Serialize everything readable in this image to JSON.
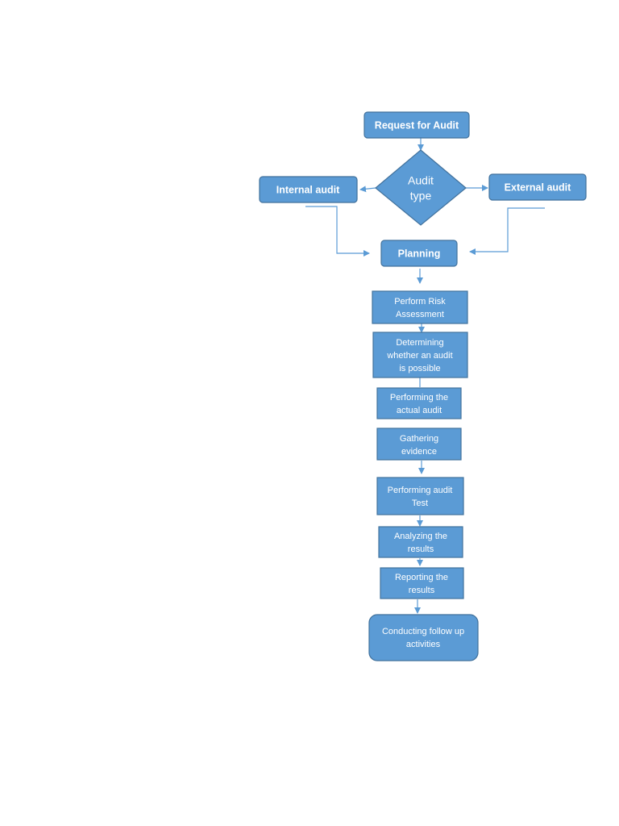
{
  "nodes": {
    "request": [
      "Request for Audit"
    ],
    "audit_type": [
      "Audit",
      "type"
    ],
    "internal": [
      "Internal audit"
    ],
    "external": [
      "External audit"
    ],
    "planning": [
      "Planning"
    ],
    "risk": [
      "Perform Risk",
      "Assessment"
    ],
    "determining": [
      "Determining",
      "whether an audit",
      "is possible"
    ],
    "performing_actual": [
      "Performing the",
      "actual audit"
    ],
    "gathering": [
      "Gathering",
      "evidence"
    ],
    "performing_test": [
      "Performing audit",
      "Test"
    ],
    "analyzing": [
      "Analyzing the",
      "results"
    ],
    "reporting": [
      "Reporting the",
      "results"
    ],
    "followup": [
      "Conducting follow up",
      "activities"
    ]
  },
  "colors": {
    "fill": "#5B9BD5",
    "border": "#41719C",
    "connector": "#5B9BD5",
    "text": "#FFFFFF"
  }
}
